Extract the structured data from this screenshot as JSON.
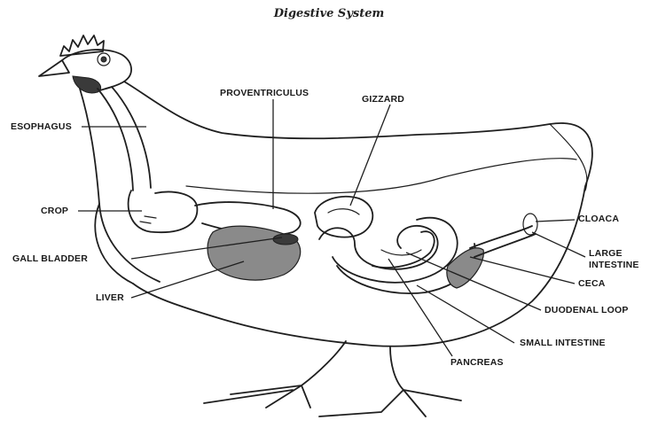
{
  "title": "Digestive System",
  "labels": {
    "esophagus": "ESOPHAGUS",
    "proventriculus": "PROVENTRICULUS",
    "gizzard": "GIZZARD",
    "crop": "CROP",
    "cloaca": "CLOACA",
    "gall_bladder": "GALL BLADDER",
    "large_intestine_1": "LARGE",
    "large_intestine_2": "INTESTINE",
    "liver": "LIVER",
    "ceca": "CECA",
    "duodenal_loop": "DUODENAL LOOP",
    "small_intestine": "SMALL INTESTINE",
    "pancreas": "PANCREAS"
  }
}
